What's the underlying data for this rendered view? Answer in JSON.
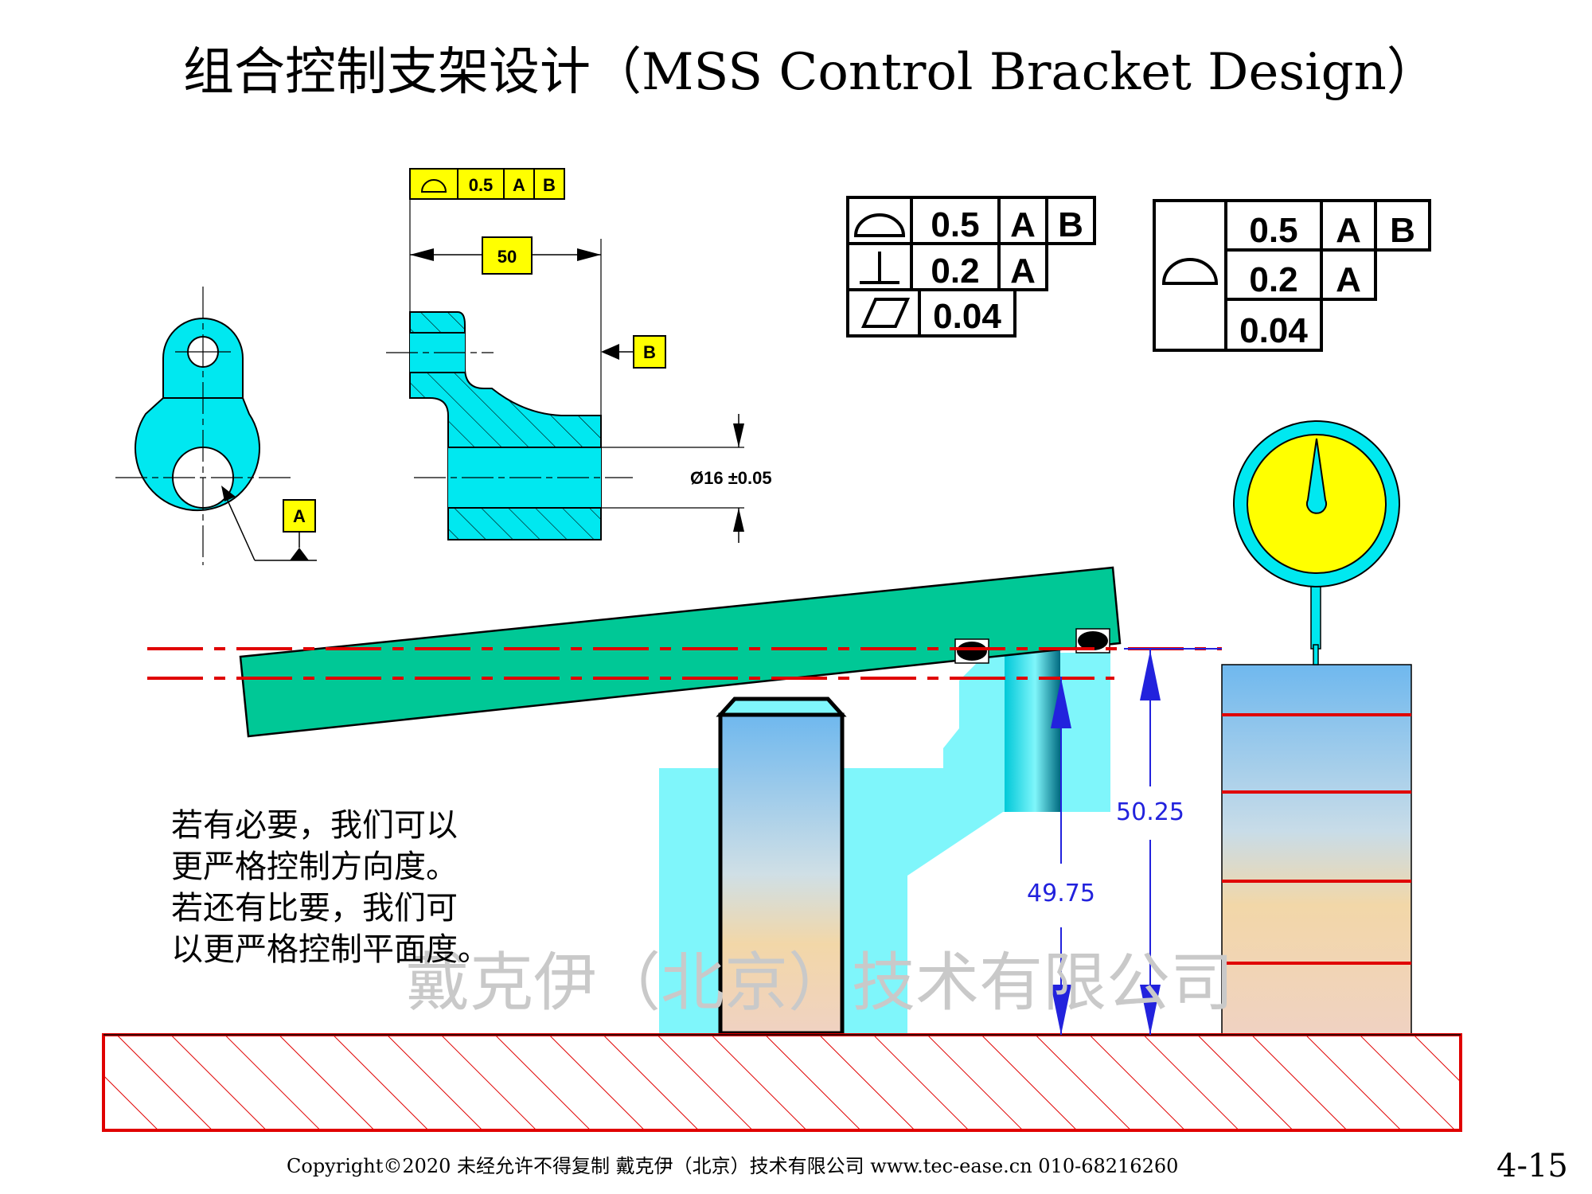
{
  "title": "组合控制支架设计（MSS Control Bracket Design）",
  "drawing": {
    "small_fcf": {
      "tol": "0.5",
      "datum1": "A",
      "datum2": "B",
      "symbol": "profile-of-surface"
    },
    "dim_50": "50",
    "datum_b": "B",
    "datum_a": "A",
    "dia_dim": "Ø16 ±0.05"
  },
  "fcf_left": {
    "rows": [
      {
        "symbol": "profile-of-surface",
        "tol": "0.5",
        "datums": [
          "A",
          "B"
        ]
      },
      {
        "symbol": "perpendicularity",
        "tol": "0.2",
        "datums": [
          "A"
        ]
      },
      {
        "symbol": "flatness",
        "tol": "0.04",
        "datums": []
      }
    ]
  },
  "fcf_right": {
    "symbol": "profile-of-surface",
    "rows": [
      {
        "tol": "0.5",
        "datums": [
          "A",
          "B"
        ]
      },
      {
        "tol": "0.2",
        "datums": [
          "A"
        ]
      },
      {
        "tol": "0.04",
        "datums": []
      }
    ]
  },
  "setup": {
    "dim_upper": "50.25",
    "dim_lower": "49.75"
  },
  "note_lines": [
    "若有必要，我们可以",
    "更严格控制方向度。",
    "若还有比要，我们可",
    "以更严格控制平面度。"
  ],
  "watermark": "戴克伊（北京）技术有限公司",
  "footer": "Copyright©2020 未经允许不得复制   戴克伊（北京）技术有限公司   www.tec-ease.cn   010-68216260",
  "page_number": "4-15",
  "colors": {
    "part_cyan": "#00e8f0",
    "plate_green": "#00c896",
    "dim_yellow": "#ffff00",
    "red_lines": "#e00000",
    "blue_dims": "#2222dd"
  }
}
